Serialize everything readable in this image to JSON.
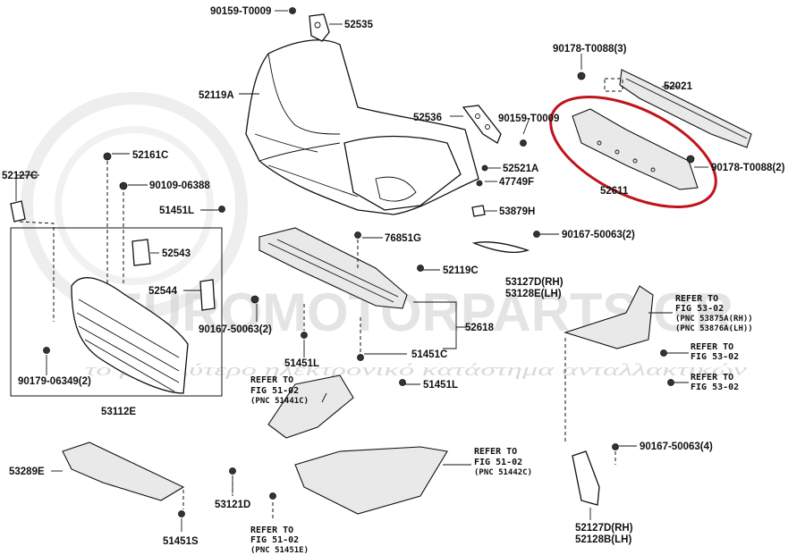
{
  "watermark": {
    "brand": "EUROMOTORPARTS.GR",
    "tagline": "το μεγαλύτερο ηλεκτρονικό κατάστημα ανταλλακτικών"
  },
  "labels": {
    "p90159a": "90159-T0009",
    "p52535": "52535",
    "p52119a": "52119A",
    "p52536": "52536",
    "p90159b": "90159-T0009",
    "p90178a": "90178-T0088(3)",
    "p52021": "52021",
    "p90178b": "90178-T0088(2)",
    "p52611": "52611",
    "p52521a": "52521A",
    "p47749f": "47749F",
    "p53879h": "53879H",
    "p52161c": "52161C",
    "p52127c": "52127C",
    "p90109": "90109-06388",
    "p51451l_a": "51451L",
    "p76851g": "76851G",
    "p90167a": "90167-50063(2)",
    "p52543": "52543",
    "p52119c": "52119C",
    "p53127d": "53127D(RH)",
    "p53128e": "53128E(LH)",
    "p52544": "52544",
    "p90167b": "90167-50063(2)",
    "p52618": "52618",
    "p51451l_b": "51451L",
    "p51451c": "51451C",
    "p90179": "90179-06349(2)",
    "p51451l_c": "51451L",
    "p53112e": "53112E",
    "p53289e": "53289E",
    "p53121d": "53121D",
    "p51451s": "51451S",
    "p90167c": "90167-50063(4)",
    "p52127d": "52127D(RH)",
    "p52128b": "52128B(LH)"
  },
  "references": {
    "ref_a": {
      "l1": "REFER TO",
      "l2": "FIG 53-02",
      "l3": "(PNC 53875A(RH))",
      "l4": "(PNC 53876A(LH))"
    },
    "ref_b": {
      "l1": "REFER TO",
      "l2": "FIG 53-02"
    },
    "ref_c": {
      "l1": "REFER TO",
      "l2": "FIG 53-02"
    },
    "ref_d": {
      "l1": "REFER TO",
      "l2": "FIG 51-02",
      "l3": "(PNC 51441C)"
    },
    "ref_e": {
      "l1": "REFER TO",
      "l2": "FIG 51-02",
      "l3": "(PNC 51442C)"
    },
    "ref_f": {
      "l1": "REFER TO",
      "l2": "FIG 51-02",
      "l3": "(PNC 51451E)"
    }
  },
  "highlight_color": "#c0141c"
}
